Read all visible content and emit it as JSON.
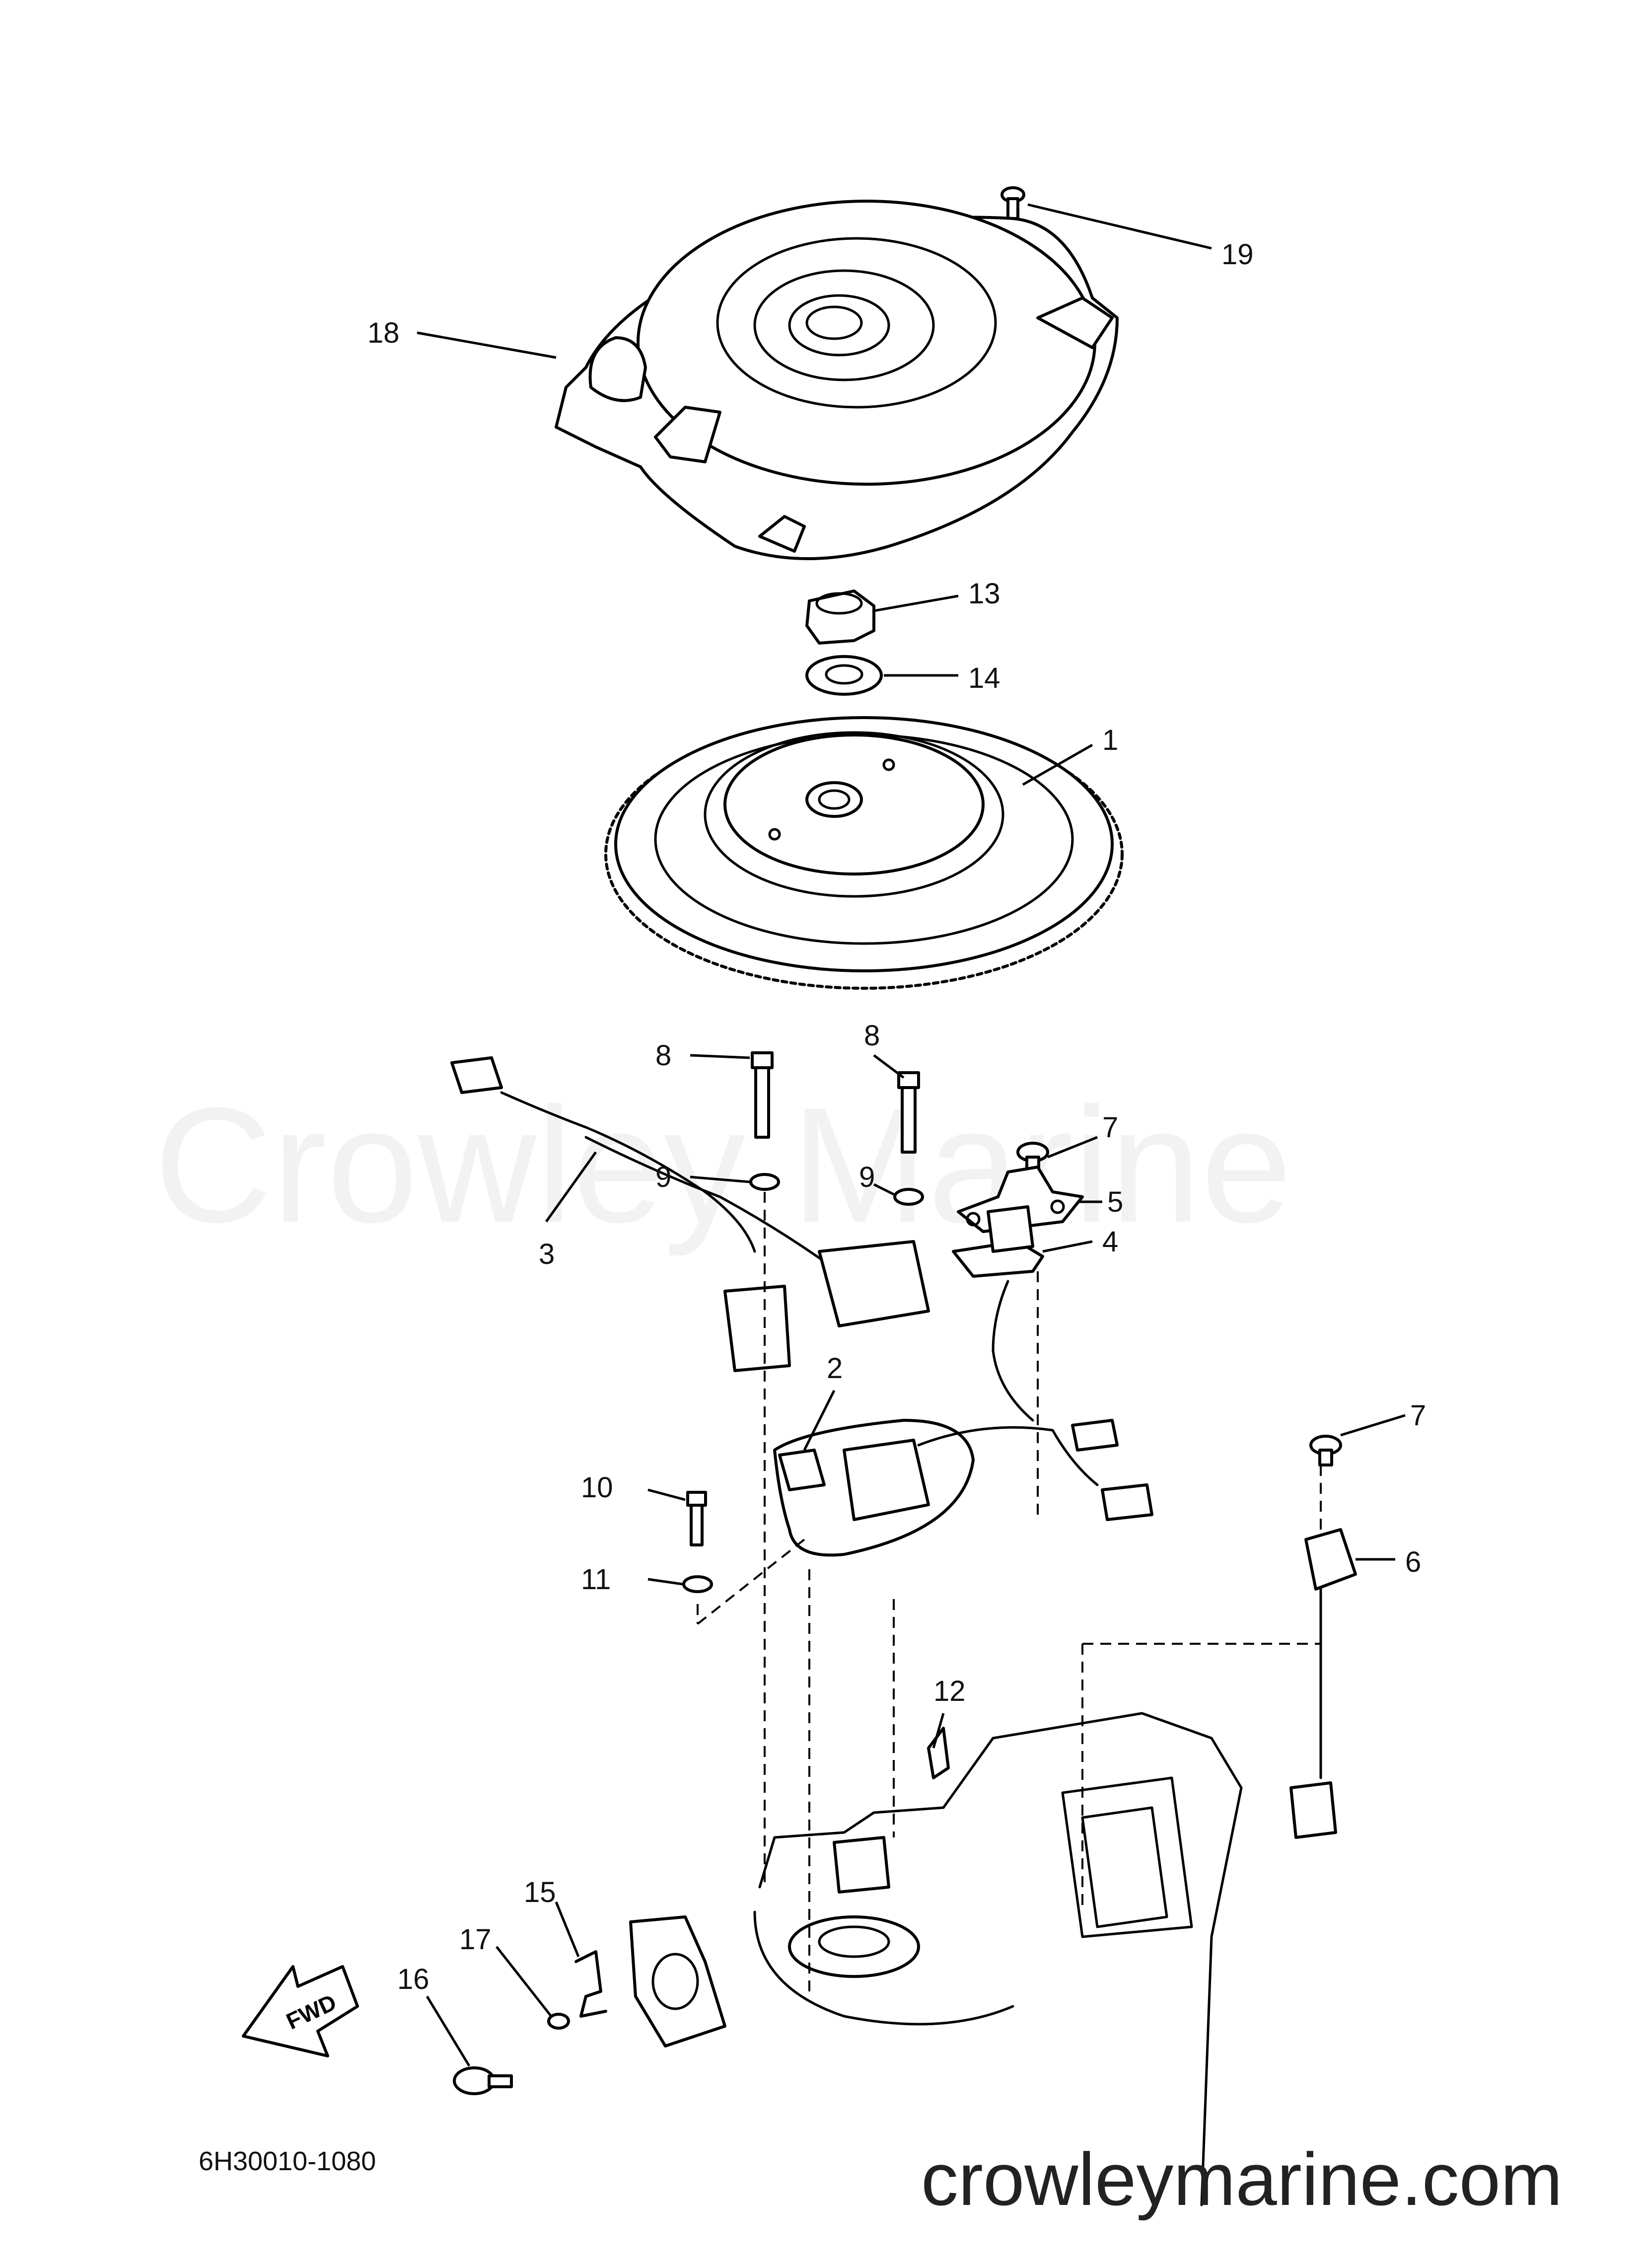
{
  "callouts": {
    "c1": "1",
    "c2": "2",
    "c3": "3",
    "c4": "4",
    "c5": "5",
    "c6": "6",
    "c7a": "7",
    "c7b": "7",
    "c8a": "8",
    "c8b": "8",
    "c9a": "9",
    "c9b": "9",
    "c10": "10",
    "c11": "11",
    "c12": "12",
    "c13": "13",
    "c14": "14",
    "c15": "15",
    "c16": "16",
    "c17": "17",
    "c18": "18",
    "c19": "19"
  },
  "diagram_code": "6H30010-1080",
  "fwd_label": "FWD",
  "watermark": "Crowley Marine",
  "footer_url": "crowleymarine.com"
}
